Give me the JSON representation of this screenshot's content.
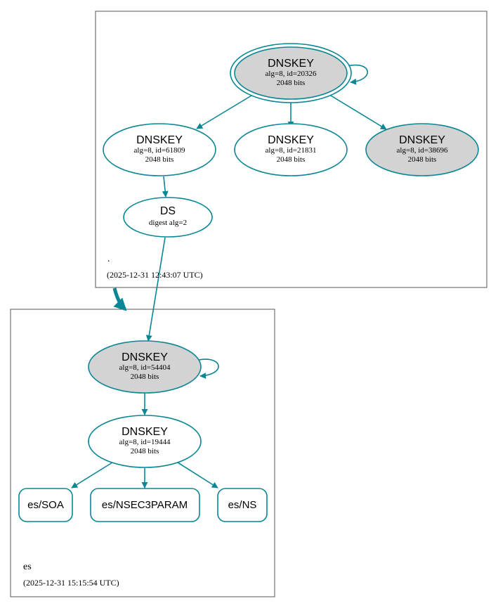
{
  "colors": {
    "edge": "#0a8694",
    "node_fill_gray": "#d3d3d3",
    "node_fill_white": "#ffffff",
    "zone_border": "#555555"
  },
  "zones": {
    "root": {
      "label": ".",
      "timestamp": "(2025-12-31 12:43:07 UTC)"
    },
    "es": {
      "label": "es",
      "timestamp": "(2025-12-31 15:15:54 UTC)"
    }
  },
  "nodes": {
    "root_ksk": {
      "title": "DNSKEY",
      "line1": "alg=8, id=20326",
      "line2": "2048 bits"
    },
    "root_zsk1": {
      "title": "DNSKEY",
      "line1": "alg=8, id=61809",
      "line2": "2048 bits"
    },
    "root_zsk2": {
      "title": "DNSKEY",
      "line1": "alg=8, id=21831",
      "line2": "2048 bits"
    },
    "root_zsk3": {
      "title": "DNSKEY",
      "line1": "alg=8, id=38696",
      "line2": "2048 bits"
    },
    "es_ds": {
      "title": "DS",
      "line1": "digest alg=2"
    },
    "es_ksk": {
      "title": "DNSKEY",
      "line1": "alg=8, id=54404",
      "line2": "2048 bits"
    },
    "es_zsk": {
      "title": "DNSKEY",
      "line1": "alg=8, id=19444",
      "line2": "2048 bits"
    }
  },
  "rrsets": {
    "soa": "es/SOA",
    "nsec3param": "es/NSEC3PARAM",
    "ns": "es/NS"
  }
}
